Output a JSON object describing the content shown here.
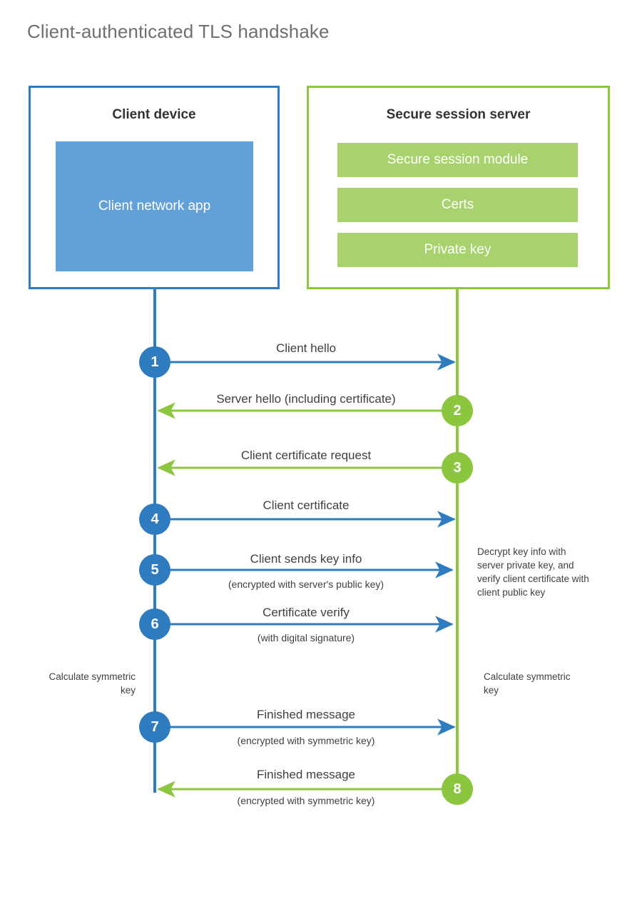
{
  "title": "Client-authenticated TLS handshake",
  "colors": {
    "client_accent": "#2E7CBF",
    "server_accent": "#8CC63E",
    "client_app_fill": "#62A0D8",
    "server_bar_fill": "#A8D26D",
    "title_text": "#6F6F6F",
    "body_text": "#3F3F3F",
    "background": "#FFFFFF"
  },
  "client": {
    "box_title": "Client device",
    "app_label": "Client network app"
  },
  "server": {
    "box_title": "Secure session server",
    "components": [
      {
        "label": "Secure session module"
      },
      {
        "label": "Certs"
      },
      {
        "label": "Private key"
      }
    ]
  },
  "notes": {
    "server_decrypt": "Decrypt key info with server private key, and verify client certificate with client public key",
    "client_calculate": "Calculate symmetric key",
    "server_calculate": "Calculate symmetric key"
  },
  "steps": [
    {
      "number": "1",
      "label": "Client hello",
      "sub": "",
      "direction": "client-to-server",
      "side": "client"
    },
    {
      "number": "2",
      "label": "Server hello (including certificate)",
      "sub": "",
      "direction": "server-to-client",
      "side": "server"
    },
    {
      "number": "3",
      "label": "Client certificate request",
      "sub": "",
      "direction": "server-to-client",
      "side": "server"
    },
    {
      "number": "4",
      "label": "Client certificate",
      "sub": "",
      "direction": "client-to-server",
      "side": "client"
    },
    {
      "number": "5",
      "label": "Client sends key info",
      "sub": "(encrypted with server's public key)",
      "direction": "client-to-server",
      "side": "client"
    },
    {
      "number": "6",
      "label": "Certificate verify",
      "sub": "(with digital signature)",
      "direction": "client-to-server",
      "side": "client"
    },
    {
      "number": "7",
      "label": "Finished message",
      "sub": "(encrypted with symmetric key)",
      "direction": "client-to-server",
      "side": "client"
    },
    {
      "number": "8",
      "label": "Finished message",
      "sub": "(encrypted with symmetric key)",
      "direction": "server-to-client",
      "side": "server"
    }
  ]
}
